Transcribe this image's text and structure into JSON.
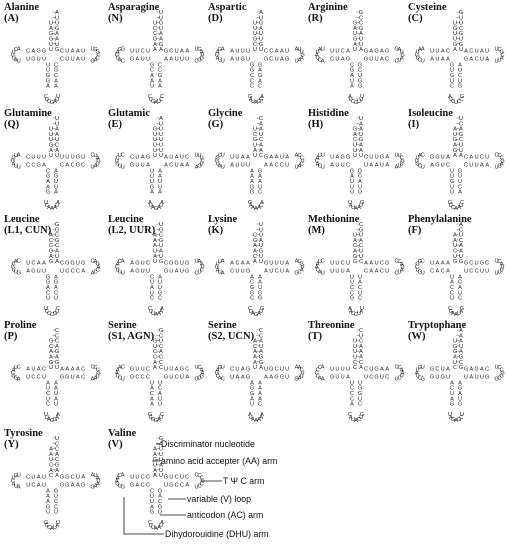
{
  "trnas": [
    {
      "id": "ala",
      "name": "Alanine",
      "code": "(A)",
      "letters": "AUUGAAUGCUAAUCGGCCAGUAUUCCGCAAUUAGCUCAGGUUUUGUUAUUUCACAGGUUGGAU"
    },
    {
      "id": "asn",
      "name": "Asparagine",
      "code": "(N)",
      "letters": "UUGUAAGAGCUAAUGAUGGCUUUAACCGAACCUAGUCUAACGUUAGCAUUAGGUUCUAAGCCU"
    },
    {
      "id": "asp",
      "name": "Aspartic",
      "code": "(D)",
      "letters": "AUGAUUGUCCAAUAUUGAAUGAUCGGAGACAGGAUAGCCCGGUGUAUUAUAGAAUUUUCGUUU"
    },
    {
      "id": "arg",
      "name": "Arginine",
      "code": "(R)",
      "letters": "GCCGAUUAGAGAGGAUGAUCCAUUGGCUGGUUUGCUAAUAGCGAUCACUAUAUUUCAUAGUAG"
    },
    {
      "id": "cys",
      "name": "Cysteine",
      "code": "(C)",
      "letters": "GUUCGUGUACUAUUCGCAUUAUCAGAUCUGGCCUCUACUGUGAAUAUCUUUAAUUACAGUUGU"
    },
    {
      "id": "gln",
      "name": "Glutamine",
      "code": "(Q)",
      "letters": "UUAAUCAUUUUGUCUAGUAUCGCACAGUUAAUAAACUGAAGCAGCCUUAGGUACUUUUAGUUU"
    },
    {
      "id": "glu",
      "name": "Glutamic",
      "code": "(E)",
      "letters": "AUUUUUUUAUAUCUUUCUGAAAUCAAAUUAAUAGAUAAGUUUAUUGUUGUCUCCUAGUUUUUG"
    },
    {
      "id": "gly",
      "name": "Glycine",
      "code": "(G)",
      "letters": "CAAUCAACGAAUAACCUCAUUCCAAGAAUCACAAAAGGGAAAUUUAUAUGGCUUUAAUAUGCU"
    },
    {
      "id": "his",
      "name": "Histidine",
      "code": "(H)",
      "letters": "UAAUGAAUCUUGAUUCGUUAAUAAUGCAUUGUAAUAUUUUAGCUUAUCACAUUUAGGUUUCAG"
    },
    {
      "id": "ile",
      "name": "Isoleucine",
      "code": "(I)",
      "letters": "UCAGCUUACAUCUCCCGAGUAAUUCGUUCACUAACUGUUGUUCUGAUCGUUACGGUAAGAGUA"
    },
    {
      "id": "leu1",
      "name": "Leucine",
      "code": "(L1, CUN)",
      "letters": "GGCGCAUACGGUGCAGACCAACCCUAGACUCUGCCCUUCAGGUUGAGUUGCACUCAAGAGCCA"
    },
    {
      "id": "leu2",
      "name": "Leucine",
      "code": "(L2, UUR)",
      "letters": "UGCGUAUGCGGUGUAAUCUCGUAUGAUUGCAAAAUUCCUAUCUUGAUUUCACAAGUCUAUAAA"
    },
    {
      "id": "lys",
      "name": "Lysine",
      "code": "(K)",
      "letters": "UUUAUGUUGUUUAACGUACGAUCUAAAUGGGUAGAUCCGGCAGUUCAUAGUUAACAAACAAGC"
    },
    {
      "id": "met",
      "name": "Methionine",
      "code": "(M)",
      "letters": "CGUACUUCAAUCGCCAGAUCUCAACUACUCUAUCCAAGCCUUAUUUUACAAUCUUCUGGACAU"
    },
    {
      "id": "phe",
      "name": "Phenylalanine",
      "code": "(F)",
      "letters": "ACUCAAUGGCUGCUCAUUUUUUCCUACAUCGAUAAGCUCCAUACACUGUCGGCUAAAGUCUAA"
    },
    {
      "id": "pro",
      "name": "Proline",
      "code": "(P)",
      "letters": "CCCAGAGUAAAACCCUGUAACAUGGAAUAUAAGGAUUCUCUAUCCUAGGCAUCAUACUGAACG"
    },
    {
      "id": "ser1",
      "name": "Serine",
      "code": "(S1, AGN)",
      "letters": "GCUCACCCUUAGCUCAAGGGAUCUGUCAUUCUAGGGGAACAUCCCGUCCAAACGUUCAACCUG"
    },
    {
      "id": "ser2",
      "name": "Serine",
      "code": "(S2, UCN)",
      "letters": "CCAUAGGAUGCUUAACUUAGUGGAAAAAACAAAAAUAUAGGAGAAUCACGAGUCUAGUAAACA"
    },
    {
      "id": "thr",
      "name": "Threonine",
      "code": "(T)",
      "letters": "CUCAAACACUGAACCAAUCUCUGCUUGGUCGUCAUACACCCUAUUGAACCCCAUUUUCCUUUU"
    },
    {
      "id": "trp",
      "name": "Tryptophane",
      "code": "(W)",
      "letters": "AAAUAGCGGAGACUCCGGCGGUUAUAGAUGUCGAGAUGAUCAUGUGGCUAUGUGCUACUAGGU"
    },
    {
      "id": "tyr",
      "name": "Tyrosine",
      "code": "(Y)",
      "letters": "UCCACGAAGGCUAAUAUAAGGAAGGGUCCUUAUACGGUGAAAUACUAUACUGUCUAUCACUAA"
    },
    {
      "id": "val",
      "name": "Valine",
      "code": "(V)",
      "letters": "GAUUUAUUGUCUCCCCGCCUACCGUGACGUAUAAUUCGAUUCCCAGGUGAACAUUCCAAUGAA"
    }
  ],
  "annotations": {
    "discriminator": "Discriminator nucleotide",
    "aa_arm": "amino acid accepter (AA) arm",
    "tpsic_arm": "T Ψ C arm",
    "v_loop": "variable (V) loop",
    "ac_arm": "anticodon (AC) arm",
    "dhu_arm": "Dihydorouidine (DHU) arm"
  }
}
